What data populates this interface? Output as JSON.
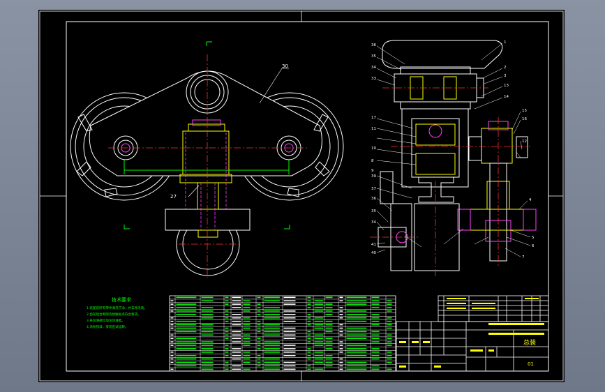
{
  "drawing": {
    "title": "",
    "background": "#000000",
    "frame_color": "#ffffff",
    "part_color": "#ffffff",
    "centerline_color": "#ff3030",
    "hidden_color": "#ff40ff",
    "dim_color": "#ffff00",
    "note_color": "#00ff00"
  },
  "front_view": {
    "callouts": [
      "30",
      "27"
    ]
  },
  "side_view": {
    "callouts_left": [
      "36",
      "35",
      "34",
      "33",
      "17",
      "11",
      "10",
      "8",
      "9",
      "39",
      "37",
      "36",
      "35",
      "34",
      "41",
      "40"
    ],
    "callouts_right": [
      "1",
      "2",
      "3",
      "13",
      "14",
      "15",
      "16",
      "12"
    ],
    "callouts_bottom": [
      "4",
      "5",
      "6",
      "7"
    ]
  },
  "notes": {
    "heading": "技术要求",
    "lines": [
      "1.装配前所有零件清洗干净，并去除毛刺。",
      "2.齿轮啮合侧隙及接触斑点符合要求。",
      "3.各润滑部位加注润滑脂。",
      "4.涂防锈漆，安装后试运转。"
    ]
  },
  "title_block": {
    "name": "总装",
    "sheet_label": "01"
  }
}
